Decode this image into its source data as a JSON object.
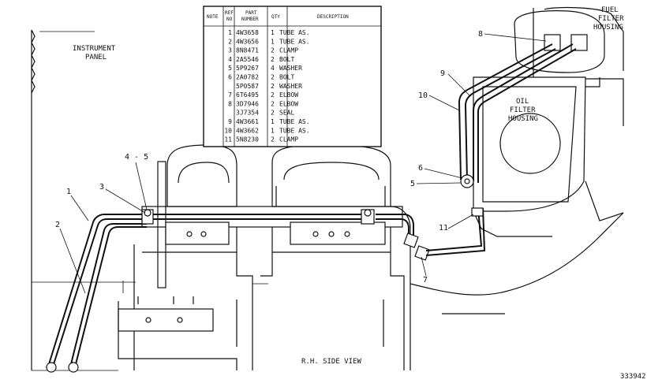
{
  "figure_number": "333942",
  "view_title": "R.H. SIDE VIEW",
  "labels": {
    "instrument_panel": [
      "INSTRUMENT",
      "PANEL"
    ],
    "fuel_filter_housing": [
      "FUEL",
      "FILTER",
      "HOUSING"
    ],
    "oil_filter_housing": [
      "OIL",
      "FILTER",
      "HOUSING"
    ]
  },
  "callouts": {
    "c1": "1",
    "c2": "2",
    "c3": "3",
    "c45": "4 - 5",
    "c5": "5",
    "c6": "6",
    "c7": "7",
    "c8": "8",
    "c9": "9",
    "c10": "10",
    "c11": "11"
  },
  "parts_table": {
    "headers": {
      "note": "NOTE",
      "ref": [
        "REF",
        "NO"
      ],
      "part": [
        "PART",
        "NUMBER"
      ],
      "qty": "QTY",
      "desc": "DESCRIPTION"
    },
    "rows": [
      {
        "ref": "1",
        "part": "4W3658",
        "qty": "1",
        "desc": "TUBE AS."
      },
      {
        "ref": "2",
        "part": "4W3656",
        "qty": "1",
        "desc": "TUBE AS."
      },
      {
        "ref": "3",
        "part": "8N8471",
        "qty": "2",
        "desc": "CLAMP"
      },
      {
        "ref": "4",
        "part": "2A5546",
        "qty": "2",
        "desc": "BOLT"
      },
      {
        "ref": "5",
        "part": "5P9267",
        "qty": "4",
        "desc": "WASHER"
      },
      {
        "ref": "6",
        "part": "2A0782",
        "qty": "2",
        "desc": "BOLT"
      },
      {
        "ref": "",
        "part": "5P0587",
        "qty": "2",
        "desc": "WASHER"
      },
      {
        "ref": "7",
        "part": "6T6495",
        "qty": "2",
        "desc": "ELBOW"
      },
      {
        "ref": "8",
        "part": "3D7946",
        "qty": "2",
        "desc": "ELBOW"
      },
      {
        "ref": "",
        "part": "3J7354",
        "qty": "2",
        "desc": "SEAL"
      },
      {
        "ref": "9",
        "part": "4W3661",
        "qty": "1",
        "desc": "TUBE AS."
      },
      {
        "ref": "10",
        "part": "4W3662",
        "qty": "1",
        "desc": "TUBE AS."
      },
      {
        "ref": "11",
        "part": "5N8230",
        "qty": "2",
        "desc": "CLAMP"
      }
    ]
  }
}
